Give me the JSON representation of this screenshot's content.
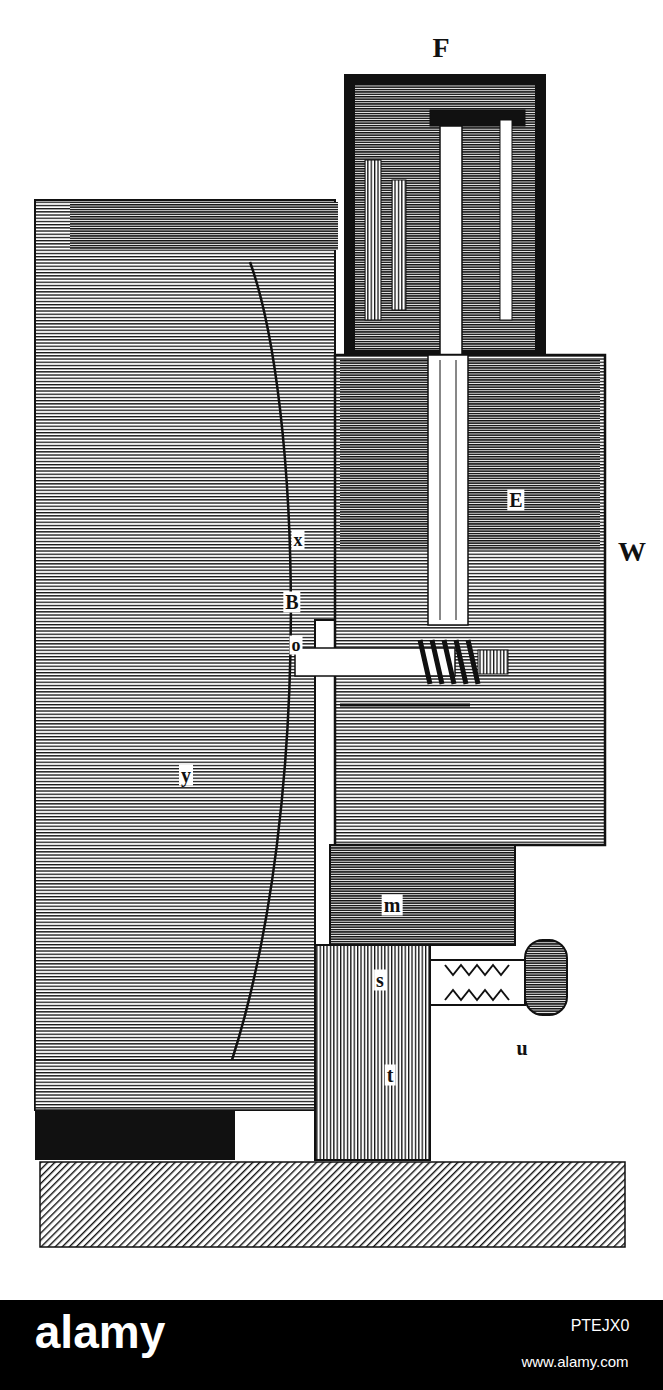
{
  "diagram": {
    "labels": [
      "F",
      "W",
      "E",
      "x",
      "B",
      "o",
      "y",
      "m",
      "s",
      "t",
      "u",
      "alamy",
      "PTEJX0",
      "www.alamy.com"
    ]
  }
}
